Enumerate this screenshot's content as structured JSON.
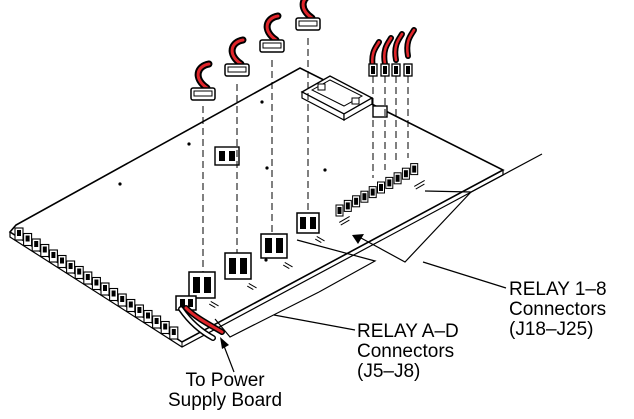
{
  "callouts": {
    "relay_1_8": {
      "line1": "RELAY 1–8",
      "line2": "Connectors",
      "line3": "(J18–J25)"
    },
    "relay_a_d": {
      "line1": "RELAY A–D",
      "line2": "Connectors",
      "line3": "(J5–J8)"
    },
    "power": {
      "line1": "To Power",
      "line2": "Supply Board"
    }
  },
  "colors": {
    "ink": "#000000",
    "paper": "#ffffff",
    "wire_red": "#e0262b",
    "board_fill": "#ffffff"
  }
}
